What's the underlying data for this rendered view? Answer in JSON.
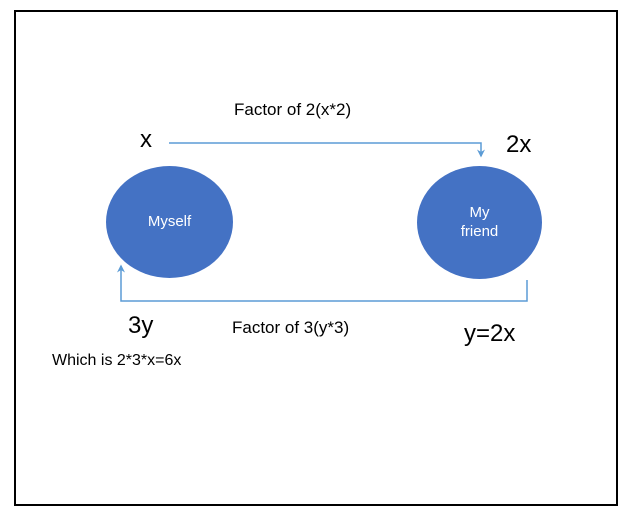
{
  "colors": {
    "node_fill": "#4472C4",
    "arrow": "#5B9BD5",
    "text": "#000000"
  },
  "diagram": {
    "left_node": {
      "label": "Myself",
      "top_label": "x",
      "bottom_label": "3y"
    },
    "right_node": {
      "label": "My friend",
      "top_label": "2x",
      "bottom_label": "y=2x"
    },
    "top_arrow_label": "Factor of 2(x*2)",
    "bottom_arrow_label": "Factor of 3(y*3)",
    "note": "Which is 2*3*x=6x"
  }
}
